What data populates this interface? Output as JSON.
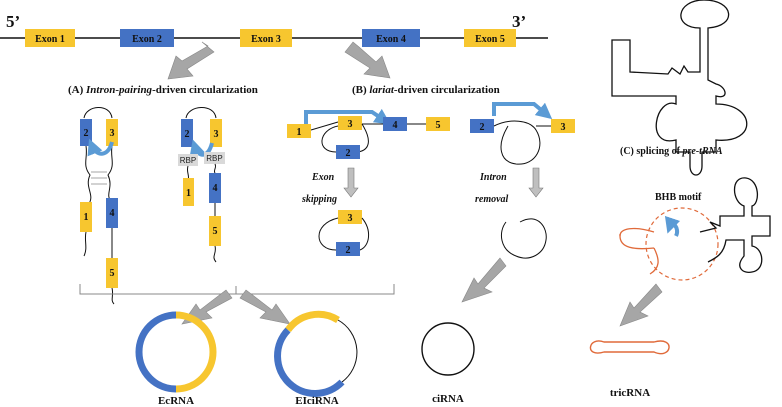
{
  "ends": {
    "five_prime": "5’",
    "three_prime": "3’"
  },
  "exons": [
    "Exon 1",
    "Exon 2",
    "Exon 3",
    "Exon 4",
    "Exon 5"
  ],
  "exon_numbers": [
    "1",
    "2",
    "3",
    "4",
    "5"
  ],
  "rbp": "RBP",
  "panel_a": {
    "prefix": "(A) ",
    "italic": "Intron-pairing",
    "suffix": "-driven circularization"
  },
  "panel_b": {
    "prefix": "(B) ",
    "italic": "lariat",
    "suffix": "-driven circularization"
  },
  "panel_c": {
    "prefix": "(C) splicing of ",
    "italic": "pre-tRNA"
  },
  "steps": {
    "exon": "Exon",
    "skipping": "skipping",
    "intron": "Intron",
    "removal": "removal"
  },
  "bhb_motif": "BHB motif",
  "products": {
    "ecrna": "EcRNA",
    "eicirna": "EIciRNA",
    "cirna": "ciRNA",
    "tricrna": "tricRNA"
  },
  "colors": {
    "exon_yellow": "#F7C62F",
    "exon_blue": "#4472C4",
    "arrow_blue": "#5B9BD5",
    "trna_orange": "#E06A3A",
    "arrow_gray": "#A6A6A6"
  }
}
